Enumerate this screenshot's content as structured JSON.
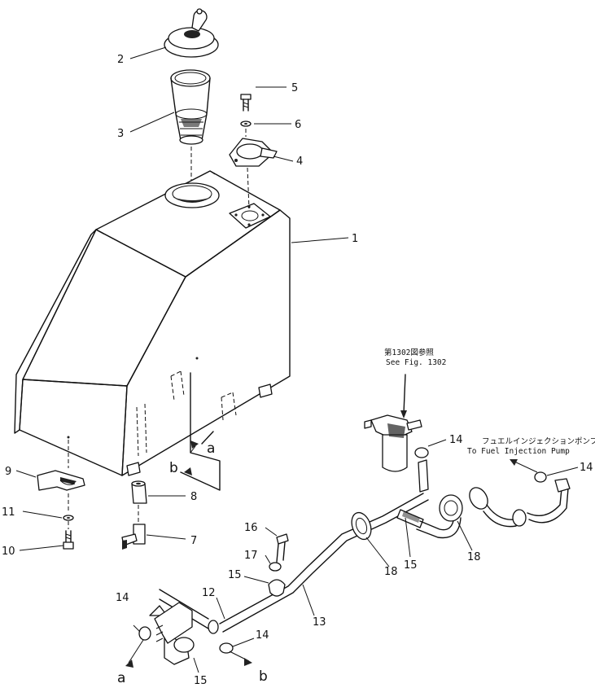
{
  "callouts": {
    "c1": "1",
    "c2": "2",
    "c3": "3",
    "c4": "4",
    "c5": "5",
    "c6": "6",
    "c7": "7",
    "c8": "8",
    "c9": "9",
    "c10": "10",
    "c11": "11",
    "c12": "12",
    "c13": "13",
    "c14a": "14",
    "c14b": "14",
    "c14c": "14",
    "c14d": "14",
    "c15a": "15",
    "c15b": "15",
    "c15c": "15",
    "c16": "16",
    "c17": "17",
    "c18a": "18",
    "c18b": "18"
  },
  "connectors": {
    "a_top": "a",
    "b_top": "b",
    "a_bottom": "a",
    "b_bottom": "b"
  },
  "notes": {
    "fig_jp": "第1302図参照",
    "fig_en": "See Fig. 1302",
    "pump_jp": "フュエルインジェクションポンプへ",
    "pump_en": "To Fuel Injection Pump"
  }
}
